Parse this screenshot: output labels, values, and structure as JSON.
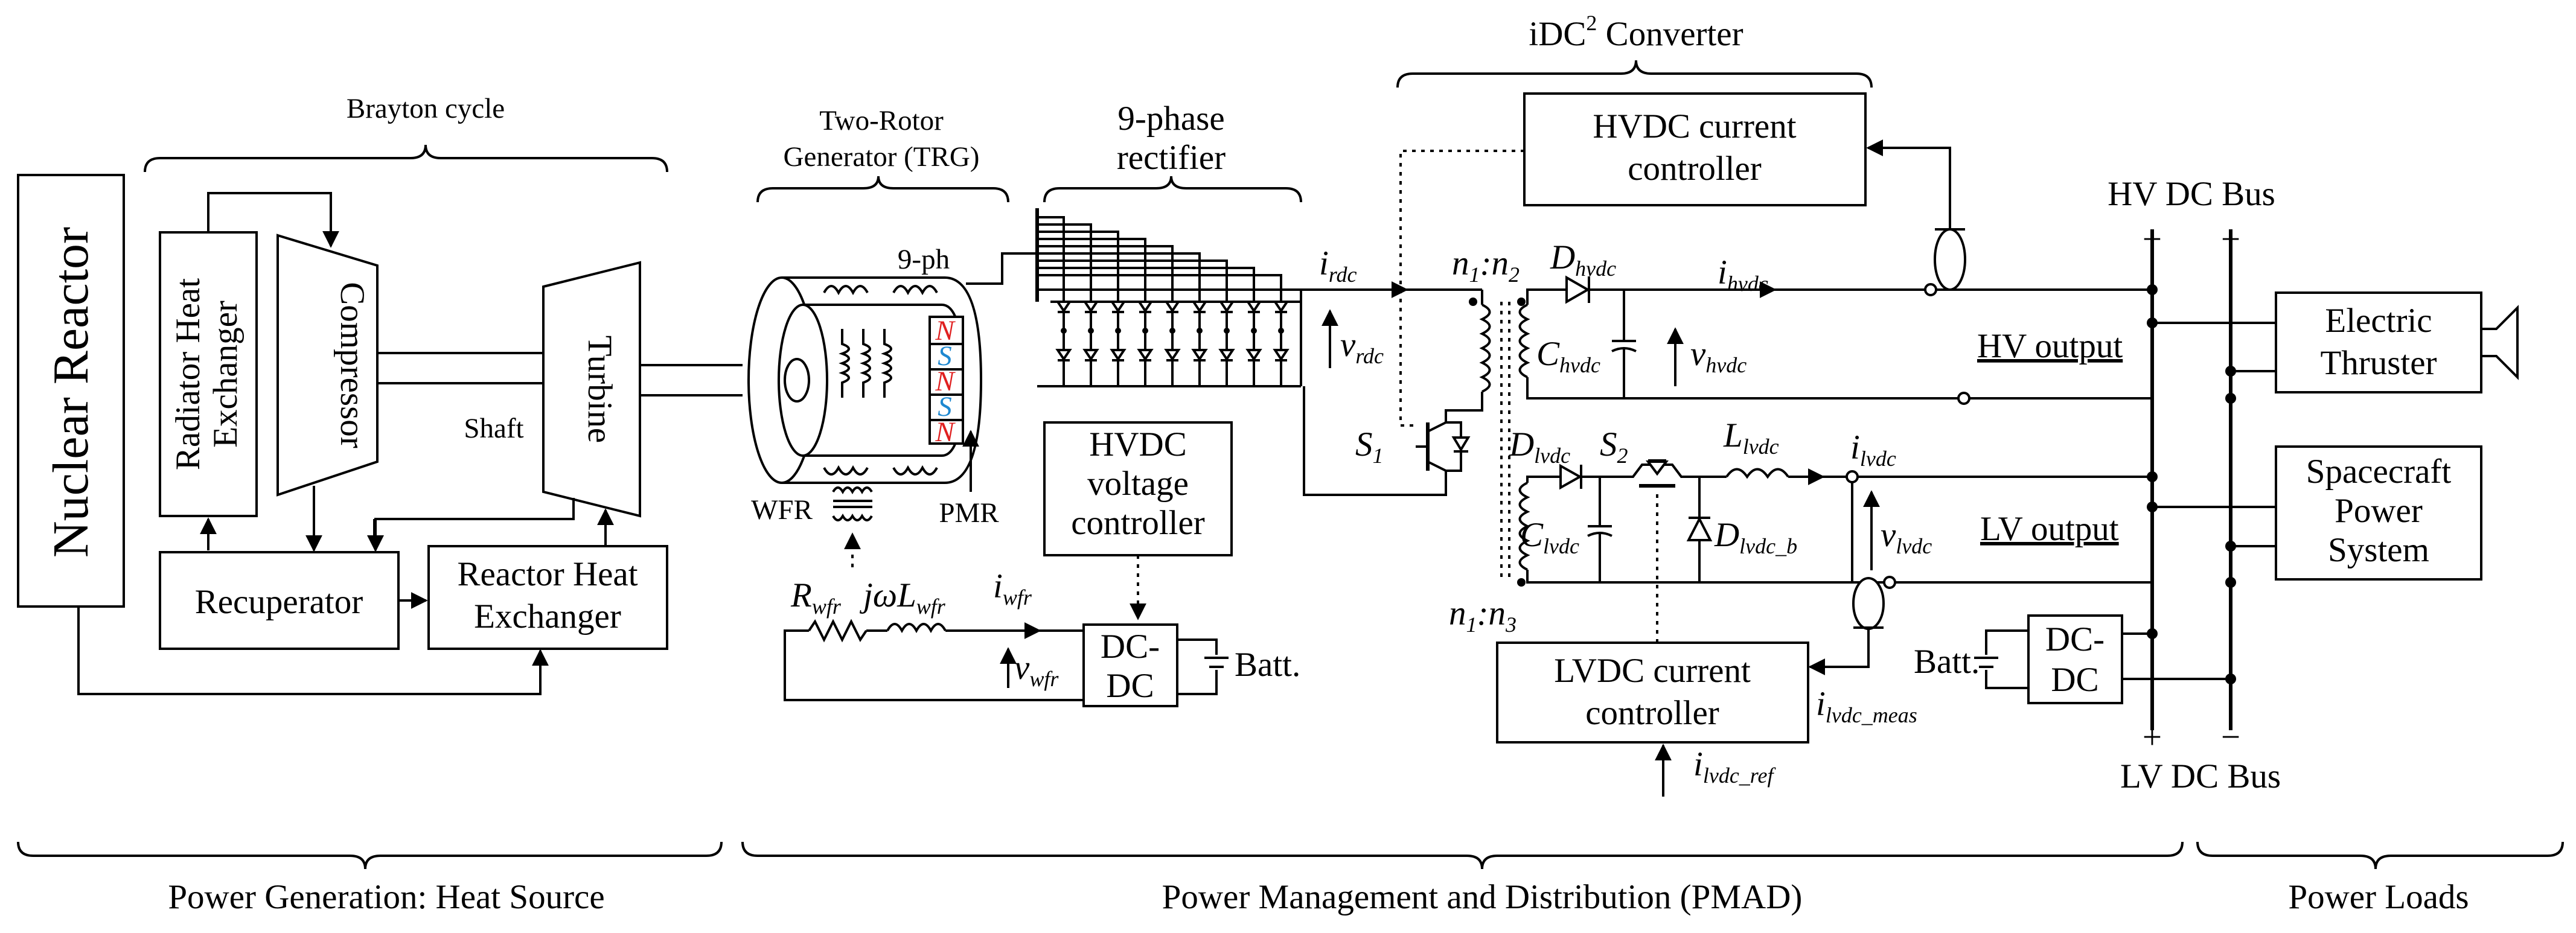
{
  "sections": {
    "heat_source": "Power Generation: Heat Source",
    "pmad": "Power Management and Distribution (PMAD)",
    "loads": "Power Loads"
  },
  "brayton": {
    "title": "Brayton cycle",
    "reactor": "Nuclear Reactor",
    "radiator": [
      "Radiator Heat",
      "Exchanger"
    ],
    "compressor": "Compressor",
    "turbine": "Turbine",
    "shaft": "Shaft",
    "recuperator": "Recuperator",
    "reactor_hx": [
      "Reactor Heat",
      "Exchanger"
    ]
  },
  "generator": {
    "title": [
      "Two-Rotor",
      "Generator (TRG)"
    ],
    "nine_ph": "9-ph",
    "wfr": "WFR",
    "pmr": "PMR",
    "magnets": [
      "N",
      "S",
      "N",
      "S",
      "N"
    ]
  },
  "rectifier": {
    "title": [
      "9-phase",
      "rectifier"
    ],
    "i_rdc": [
      "i",
      "rdc"
    ],
    "v_rdc": [
      "v",
      "rdc"
    ]
  },
  "field": {
    "r_wfr": [
      "R",
      "wfr"
    ],
    "jwl_wfr": [
      "jωL",
      "wfr"
    ],
    "i_wfr": [
      "i",
      "wfr"
    ],
    "v_wfr": [
      "v",
      "wfr"
    ],
    "hvdc_voltage_controller": [
      "HVDC",
      "voltage",
      "controller"
    ],
    "dcdc": [
      "DC-",
      "DC"
    ],
    "batt": "Batt."
  },
  "converter": {
    "title": "iDC",
    "title_sup": "2",
    "title_rest": " Converter",
    "hvdc_current_controller": [
      "HVDC current",
      "controller"
    ],
    "lvdc_current_controller": [
      "LVDC current",
      "controller"
    ],
    "n1n2": [
      "n",
      "1",
      ":n",
      "2"
    ],
    "n1n3": [
      "n",
      "1",
      ":n",
      "3"
    ],
    "d_hvdc": [
      "D",
      "hvdc"
    ],
    "i_hvdc": [
      "i",
      "hvdc"
    ],
    "c_hvdc": [
      "C",
      "hvdc"
    ],
    "v_hvdc": [
      "v",
      "hvdc"
    ],
    "hv_output": "HV output",
    "s1": [
      "S",
      "1"
    ],
    "d_lvdc": [
      "D",
      "lvdc"
    ],
    "s2": [
      "S",
      "2"
    ],
    "l_lvdc": [
      "L",
      "lvdc"
    ],
    "i_lvdc": [
      "i",
      "lvdc"
    ],
    "c_lvdc": [
      "C",
      "lvdc"
    ],
    "d_lvdc_b": [
      "D",
      "lvdc_b"
    ],
    "v_lvdc": [
      "v",
      "lvdc"
    ],
    "lv_output": "LV output",
    "i_lvdc_meas": [
      "i",
      "lvdc_meas"
    ],
    "i_lvdc_ref": [
      "i",
      "lvdc_ref"
    ]
  },
  "buses": {
    "hv": "HV DC Bus",
    "lv": "LV DC Bus",
    "plus": "+",
    "minus": "−",
    "batt": "Batt.",
    "dcdc": [
      "DC-",
      "DC"
    ]
  },
  "loads": {
    "thruster": [
      "Electric",
      "Thruster"
    ],
    "spacecraft": [
      "Spacecraft",
      "Power",
      "System"
    ]
  }
}
